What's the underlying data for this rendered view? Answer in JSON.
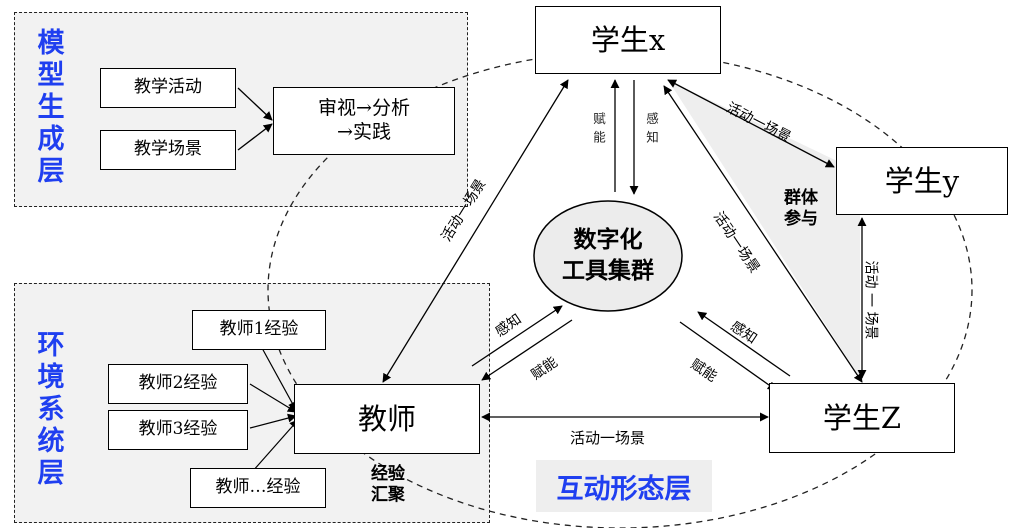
{
  "layers": {
    "model": "模型生成层",
    "environment": "环境系统层",
    "interaction": "互动形态层"
  },
  "model_layer": {
    "input1": "教学活动",
    "input2": "教学场景",
    "process_line1": "审视→分析",
    "process_line2": "→实践"
  },
  "environment_layer": {
    "exp1": "教师1经验",
    "exp2": "教师2经验",
    "exp3": "教师3经验",
    "expn": "教师…经验"
  },
  "nodes": {
    "student_x": "学生x",
    "student_y": "学生y",
    "student_z": "学生Z",
    "teacher": "教师",
    "center_line1": "数字化",
    "center_line2": "工具集群"
  },
  "labels": {
    "activity_scene": "活动一场景",
    "activity_scene_spaced": "活动 一 场景",
    "empower": "赋能",
    "perceive": "感知",
    "group_line1": "群体",
    "group_line2": "参与",
    "gather_line1": "经验",
    "gather_line2": "汇聚"
  }
}
